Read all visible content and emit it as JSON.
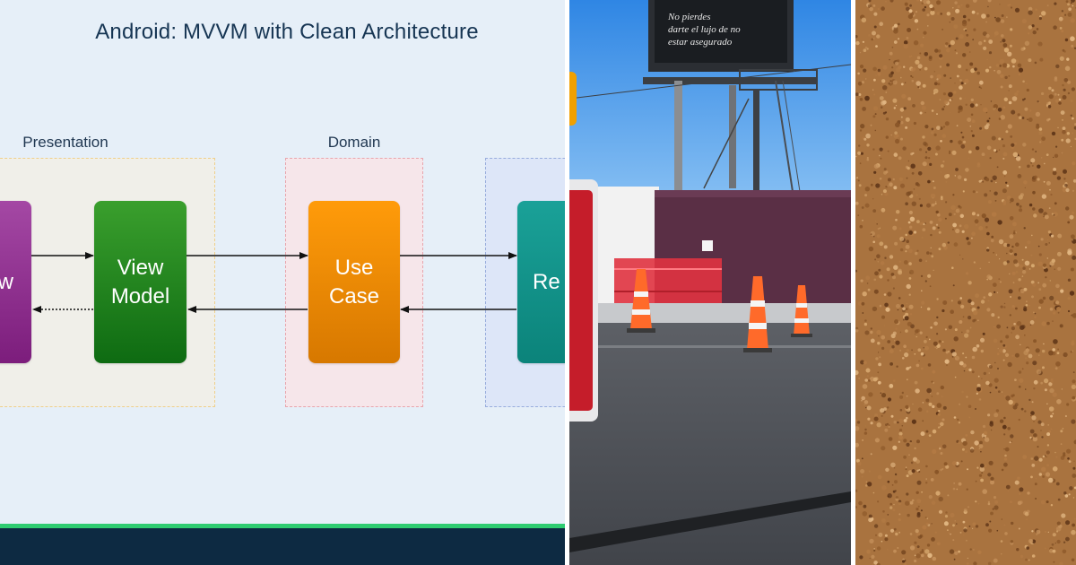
{
  "diagram": {
    "title": "Android: MVVM with Clean Architecture",
    "layers": {
      "presentation": "Presentation",
      "domain": "Domain"
    },
    "nodes": {
      "view": "w",
      "view_model": "View\nModel",
      "use_case": "Use\nCase",
      "repository": "Re"
    },
    "colors": {
      "view": "#8e2a8e",
      "view_model": "#1f8a1f",
      "use_case": "#f08c00",
      "repository": "#12938a",
      "footer_accent": "#2ecc71",
      "footer_bar": "#0d2a42"
    }
  },
  "photo_street": {
    "billboard_text": "No pierdes darte el lujo de no estar asegurado"
  },
  "photo_cork": {
    "color": "#a9733f"
  }
}
